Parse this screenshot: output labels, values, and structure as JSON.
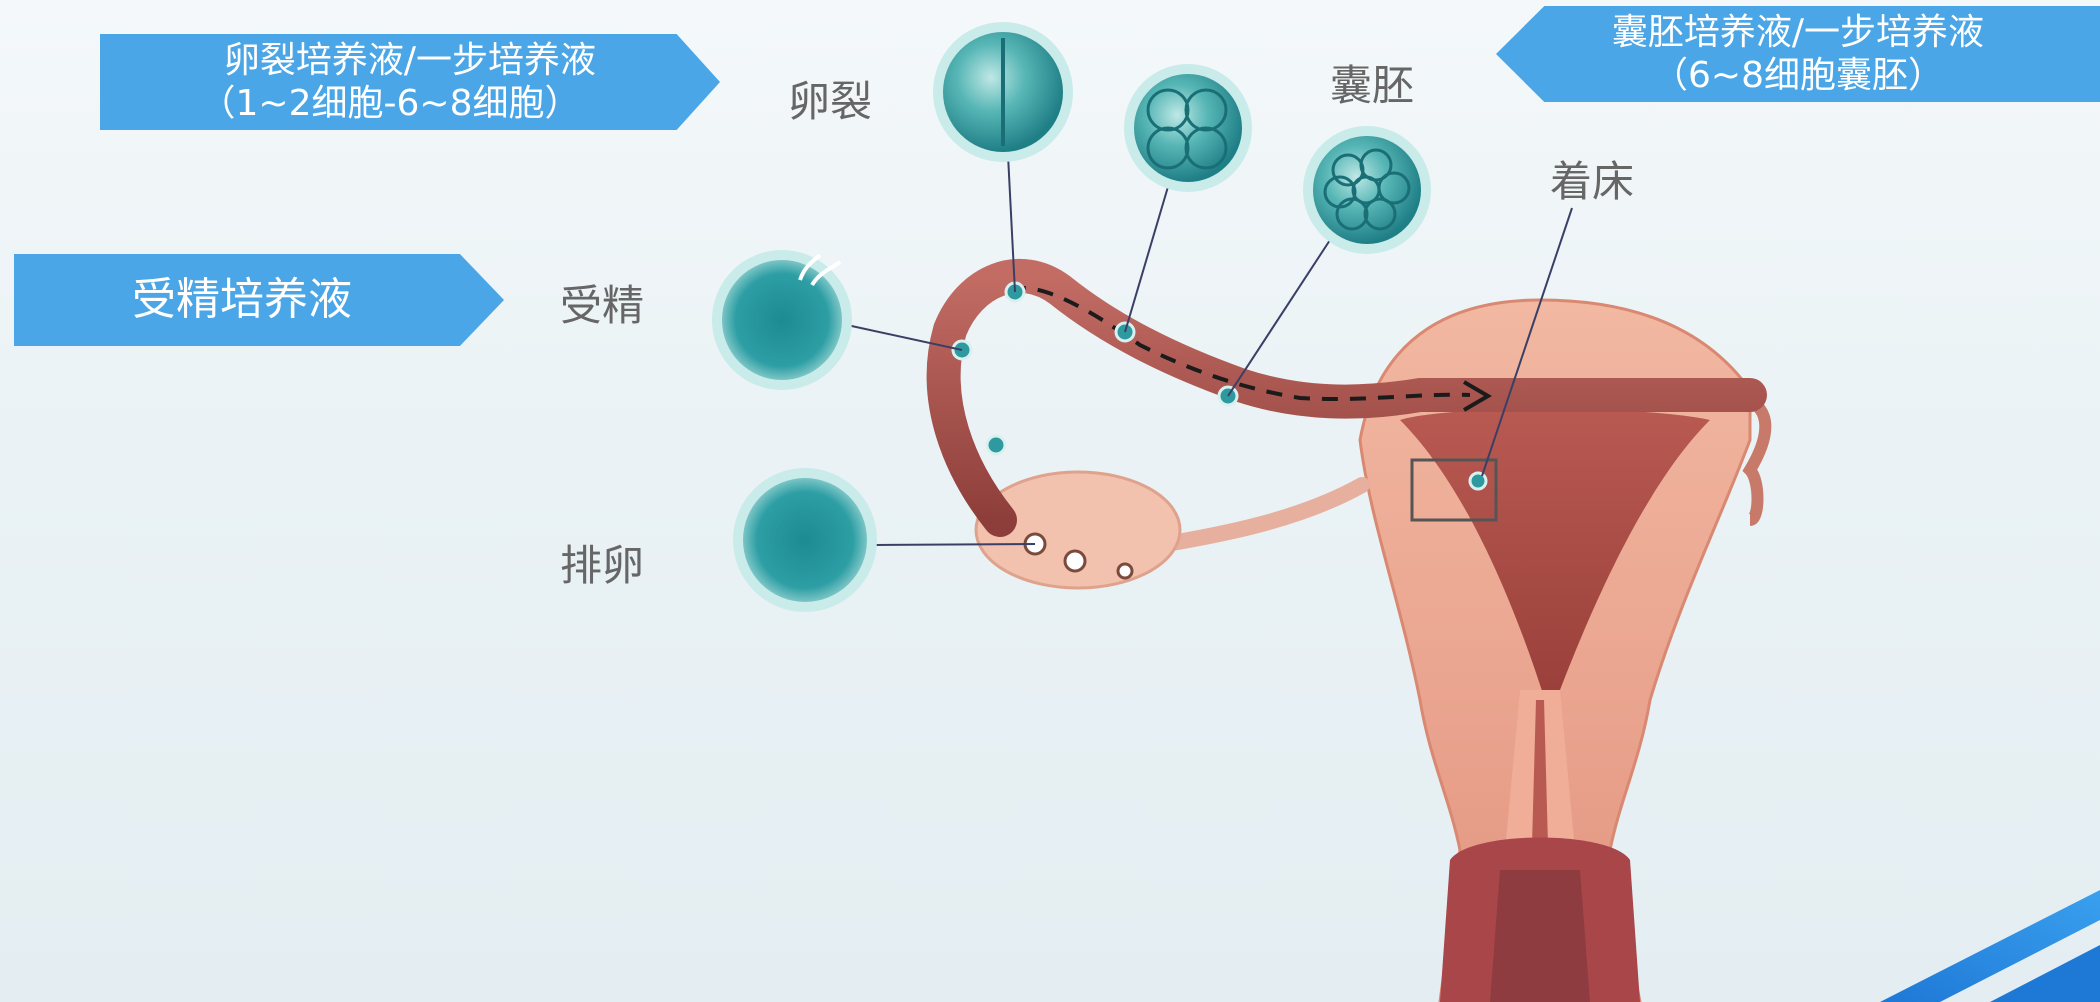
{
  "banners": {
    "cleavage_medium": {
      "line1": "卵裂培养液/一步培养液",
      "line2": "（1~2细胞-6~8细胞）"
    },
    "fertilization_medium": "受精培养液",
    "blastocyst_medium": {
      "line1": "囊胚培养液/一步培养液",
      "line2": "（6~8细胞囊胚）"
    }
  },
  "stages": {
    "cleavage": "卵裂",
    "blastocyst": "囊胚",
    "implantation": "着床",
    "fertilization": "受精",
    "ovulation": "排卵"
  },
  "colors": {
    "banner": "#4aa6e6",
    "label_text": "#666666",
    "cell": "#2e9aa0",
    "tube": "#a9534e",
    "uterus": "#e9a08a"
  }
}
